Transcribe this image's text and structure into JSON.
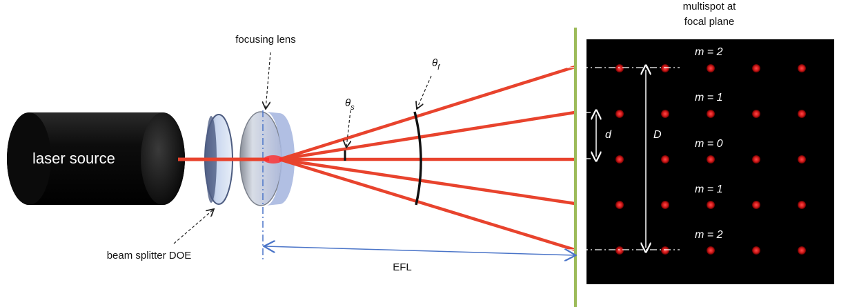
{
  "labels": {
    "laser_source": "laser source",
    "focusing_lens": "focusing lens",
    "beam_splitter": "beam splitter DOE",
    "efl": "EFL",
    "multispot_line1": "multispot at",
    "multispot_line2": "focal plane",
    "theta": "θ",
    "theta_s_sub": "s",
    "theta_f_sub": "f",
    "d": "d",
    "D": "D",
    "m_values": [
      "m = 2",
      "m = 1",
      "m = 0",
      "m = 1",
      "m = 2"
    ]
  },
  "colors": {
    "beam": "#e8432d",
    "screen": "#9dbb5a",
    "spot": "#ff2a2a",
    "panel": "#000000",
    "lens": "#b9c9ea",
    "efl_arrow": "#4a74c8"
  },
  "spot_grid": {
    "rows": 5,
    "columns": 5
  }
}
